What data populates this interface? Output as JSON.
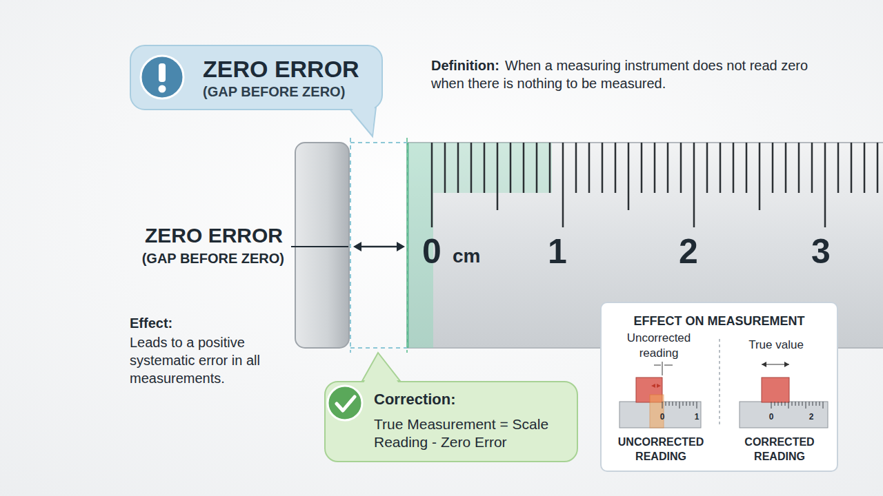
{
  "diagram": {
    "nodes": [
      {
        "text": [
          "ZERO ERROR",
          "(GAP BEFORE ZERO)"
        ]
      },
      {
        "text": [
          "Correction:",
          "True Measurement = Scale Reading - Zero Error"
        ]
      },
      {
        "text": [
          "EFFECT ON MEASUREMENT"
        ]
      }
    ],
    "labels": [
      "Definition:",
      "When a measuring instrument does not read zero when there is nothing to be measured.",
      "ZERO ERROR",
      "(GAP BEFORE ZERO)",
      "0",
      "cm",
      "1",
      "2",
      "3",
      "Effect:",
      "Leads to a positive systematic error in all measurements.",
      "Uncorrected reading",
      "True value",
      "0",
      "1",
      "0",
      "2",
      "UNCORRECTED READING",
      "CORRECTED READING"
    ]
  }
}
